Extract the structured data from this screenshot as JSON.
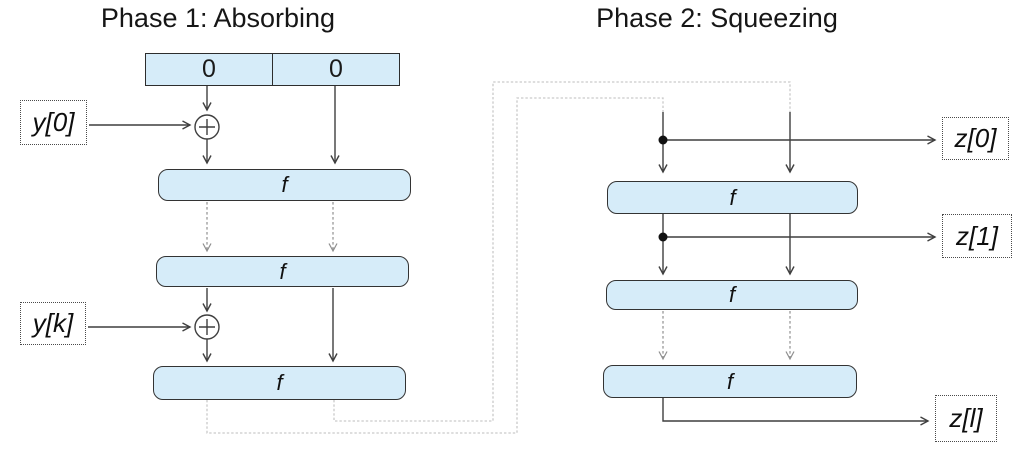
{
  "titles": {
    "phase1": "Phase 1: Absorbing",
    "phase2": "Phase 2: Squeezing"
  },
  "initial_state": {
    "left_cell": "0",
    "right_cell": "0"
  },
  "function_label": "f",
  "inputs": {
    "y0": "y[0]",
    "yk": "y[k]"
  },
  "outputs": {
    "z0": "z[0]",
    "z1": "z[1]",
    "zl": "z[l]"
  },
  "symbols": {
    "xor": "⊕"
  },
  "colors": {
    "box_fill": "#d6ecf9",
    "box_border": "#333333",
    "arrow_dark": "#3f3f3f",
    "arrow_gray": "#8f8f8f",
    "connector_light": "#c9c9c9",
    "text": "#111111"
  }
}
